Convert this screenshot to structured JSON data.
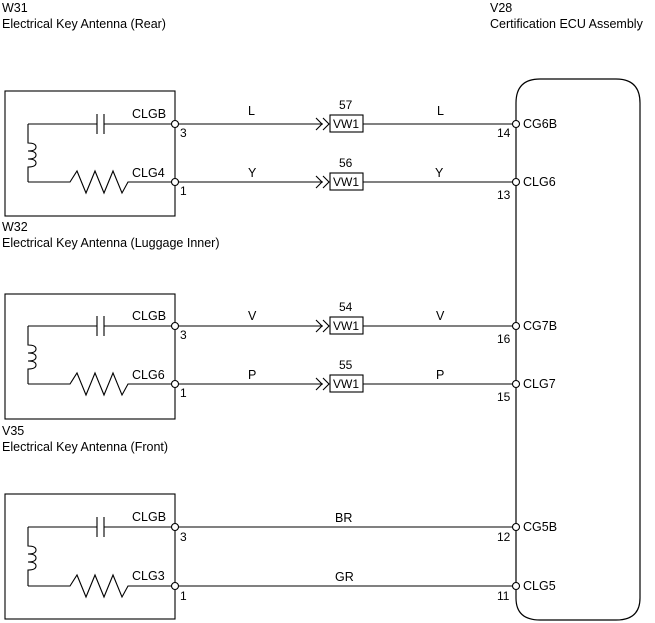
{
  "ecu": {
    "id": "V28",
    "name": "Certification ECU Assembly",
    "terminals": [
      {
        "label": "CG6B",
        "pin": "14"
      },
      {
        "label": "CLG6",
        "pin": "13"
      },
      {
        "label": "CG7B",
        "pin": "16"
      },
      {
        "label": "CLG7",
        "pin": "15"
      },
      {
        "label": "CG5B",
        "pin": "12"
      },
      {
        "label": "CLG5",
        "pin": "11"
      }
    ]
  },
  "antennas": [
    {
      "id": "W31",
      "name": "Electrical Key Antenna (Rear)",
      "top_terminal": {
        "label": "CLGB",
        "pin": "3"
      },
      "bottom_terminal": {
        "label": "CLG4",
        "pin": "1"
      },
      "wires": [
        {
          "color_left": "L",
          "connector": "VW1",
          "connector_pin": "57",
          "color_right": "L"
        },
        {
          "color_left": "Y",
          "connector": "VW1",
          "connector_pin": "56",
          "color_right": "Y"
        }
      ]
    },
    {
      "id": "W32",
      "name": "Electrical Key Antenna (Luggage Inner)",
      "top_terminal": {
        "label": "CLGB",
        "pin": "3"
      },
      "bottom_terminal": {
        "label": "CLG6",
        "pin": "1"
      },
      "wires": [
        {
          "color_left": "V",
          "connector": "VW1",
          "connector_pin": "54",
          "color_right": "V"
        },
        {
          "color_left": "P",
          "connector": "VW1",
          "connector_pin": "55",
          "color_right": "P"
        }
      ]
    },
    {
      "id": "V35",
      "name": "Electrical Key Antenna (Front)",
      "top_terminal": {
        "label": "CLGB",
        "pin": "3"
      },
      "bottom_terminal": {
        "label": "CLG3",
        "pin": "1"
      },
      "wires": [
        {
          "color": "BR"
        },
        {
          "color": "GR"
        }
      ]
    }
  ]
}
